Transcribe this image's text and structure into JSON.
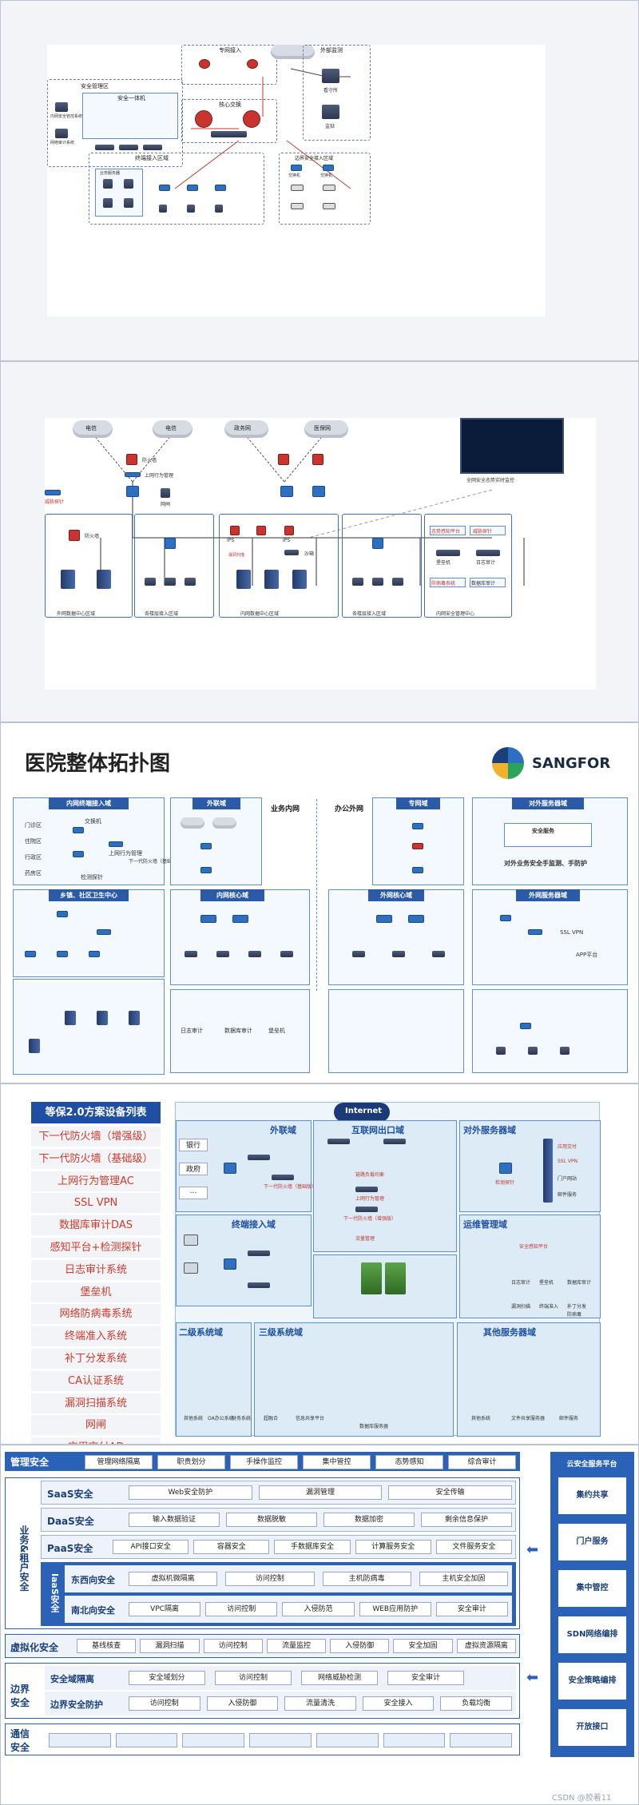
{
  "p1": {
    "security_mgmt": "安全管理区",
    "security_aio": "安全一体机",
    "mgmt_sys": "内网安全管控系统",
    "audit_sys": "网络审计系统",
    "ext_access": "专网接入",
    "core_switch": "核心交换",
    "outer_mon": "外部监测",
    "guard": "看守所",
    "prison": "监狱",
    "terminal_zone": "终端接入区域",
    "server_zone": "业务服务器",
    "edge_zone": "边界安全接入区域",
    "sw1": "交换机",
    "sw2": "交换机"
  },
  "p2": {
    "clouds": [
      "电信",
      "电信",
      "政务网",
      "医保网"
    ],
    "firewall": "防火墙",
    "behavior": "上网行为管理",
    "threat": "威胁探针",
    "gate": "网闸",
    "monitor": "全网安全态势实时监控",
    "fw2": "防火墙",
    "ips": "IPS",
    "ips2": "IPS",
    "sandbox": "沙箱",
    "vuln": "漏洞扫描",
    "sec_items": [
      "态势感知平台",
      "威胁探针",
      "堡垒机",
      "日志审计",
      "防病毒系统",
      "数据库审计"
    ],
    "zones": [
      "外网数据中心区域",
      "各楼层接入区域",
      "内网数据中心区域",
      "各楼层接入区域",
      "内网安全管理中心"
    ]
  },
  "p3": {
    "title": "医院整体拓扑图",
    "brand": "SANGFOR",
    "sec_biz": "业务内网",
    "sec_office": "办公外网",
    "blocks": [
      "内网终端接入域",
      "外联域",
      "专网域",
      "对外服务器域",
      "乡镇、社区卫生中心",
      "内网核心域",
      "外网核心域",
      "外网服务器域"
    ],
    "block_notes": [
      "安全服务",
      "对外业务安全手监测、手防护"
    ],
    "side_items": [
      "门诊区",
      "住院区",
      "行政区",
      "药房区"
    ],
    "zone_nodes": [
      "交换机",
      "上网行为管理",
      "下一代防火墙（基础版）",
      "检测探针",
      "SSL VPN",
      "日志审计",
      "数据库审计",
      "堡垒机",
      "APP平台"
    ]
  },
  "p4": {
    "legend_title": "等保2.0方案设备列表",
    "legend": [
      "下一代防火墙（增强级）",
      "下一代防火墙（基础级）",
      "上网行为管理AC",
      "SSL VPN",
      "数据库审计DAS",
      "感知平台+检测探针",
      "日志审计系统",
      "堡垒机",
      "网络防病毒系统",
      "终端准入系统",
      "补丁分发系统",
      "CA认证系统",
      "漏洞扫描系统",
      "网闸",
      "应用交付AD"
    ],
    "zones": [
      "外联域",
      "互联网出口域",
      "对外服务器域",
      "终端接入域",
      "运维管理域",
      "二级系统域",
      "三级系统域",
      "其他服务器域"
    ],
    "internet": "Internet",
    "ext_entries": [
      "银行",
      "政府",
      "…"
    ],
    "node_labels": [
      "下一代防火墙（基础版）",
      "链路负载均衡",
      "上网行为管理",
      "下一代防火墙（增强版）",
      "流量管理",
      "检测探针",
      "应用交付",
      "SSL VPN",
      "门户网站",
      "邮件服务",
      "安全感知平台",
      "日志审计",
      "堡垒机",
      "数据库审计",
      "漏洞扫描",
      "终端准入",
      "补丁分发",
      "防病毒",
      "其他系统",
      "OA办公系统",
      "财务系统",
      "数据库服务器",
      "超融合",
      "信息共享平台",
      "文件共享服务器"
    ]
  },
  "p5": {
    "mgmt_label": "管理安全",
    "mgmt_items": [
      "管理网络隔离",
      "职责划分",
      "手操作监控",
      "集中管控",
      "态势感知",
      "综合审计"
    ],
    "biz_label": "业务&租户安全",
    "saas": {
      "label": "SaaS安全",
      "items": [
        "Web安全防护",
        "漏洞管理",
        "安全传输"
      ]
    },
    "daas": {
      "label": "DaaS安全",
      "items": [
        "输入数据验证",
        "数据脱敏",
        "数据加密",
        "剩余信息保护"
      ]
    },
    "paas": {
      "label": "PaaS安全",
      "items": [
        "API接口安全",
        "容器安全",
        "手数据库安全",
        "计算服务安全",
        "文件服务安全"
      ]
    },
    "iaas": {
      "label": "IaaS安全",
      "ew": {
        "label": "东西向安全",
        "items": [
          "虚拟机微隔离",
          "访问控制",
          "主机防病毒",
          "主机安全加固"
        ]
      },
      "ns": {
        "label": "南北向安全",
        "items": [
          "VPC隔离",
          "访问控制",
          "入侵防范",
          "WEB应用防护",
          "安全审计"
        ]
      }
    },
    "virt": {
      "label": "虚拟化安全",
      "items": [
        "基线核查",
        "漏洞扫描",
        "访问控制",
        "流量监控",
        "入侵防御",
        "安全加固",
        "虚拟资源隔离"
      ]
    },
    "border_label": "边界安全",
    "isolation": {
      "label": "安全域隔离",
      "items": [
        "安全域划分",
        "访问控制",
        "网络威胁检测",
        "安全审计"
      ]
    },
    "defense": {
      "label": "边界安全防护",
      "items": [
        "访问控制",
        "入侵防御",
        "流量清洗",
        "安全接入",
        "负载均衡"
      ]
    },
    "comm_label": "通信安全",
    "cloud_title": "云安全服务平台",
    "cloud_items": [
      "集约共享",
      "门户服务",
      "集中管控",
      "SDN网络编排",
      "安全策略编排",
      "开放接口"
    ],
    "watermark": "CSDN @胶着11"
  }
}
